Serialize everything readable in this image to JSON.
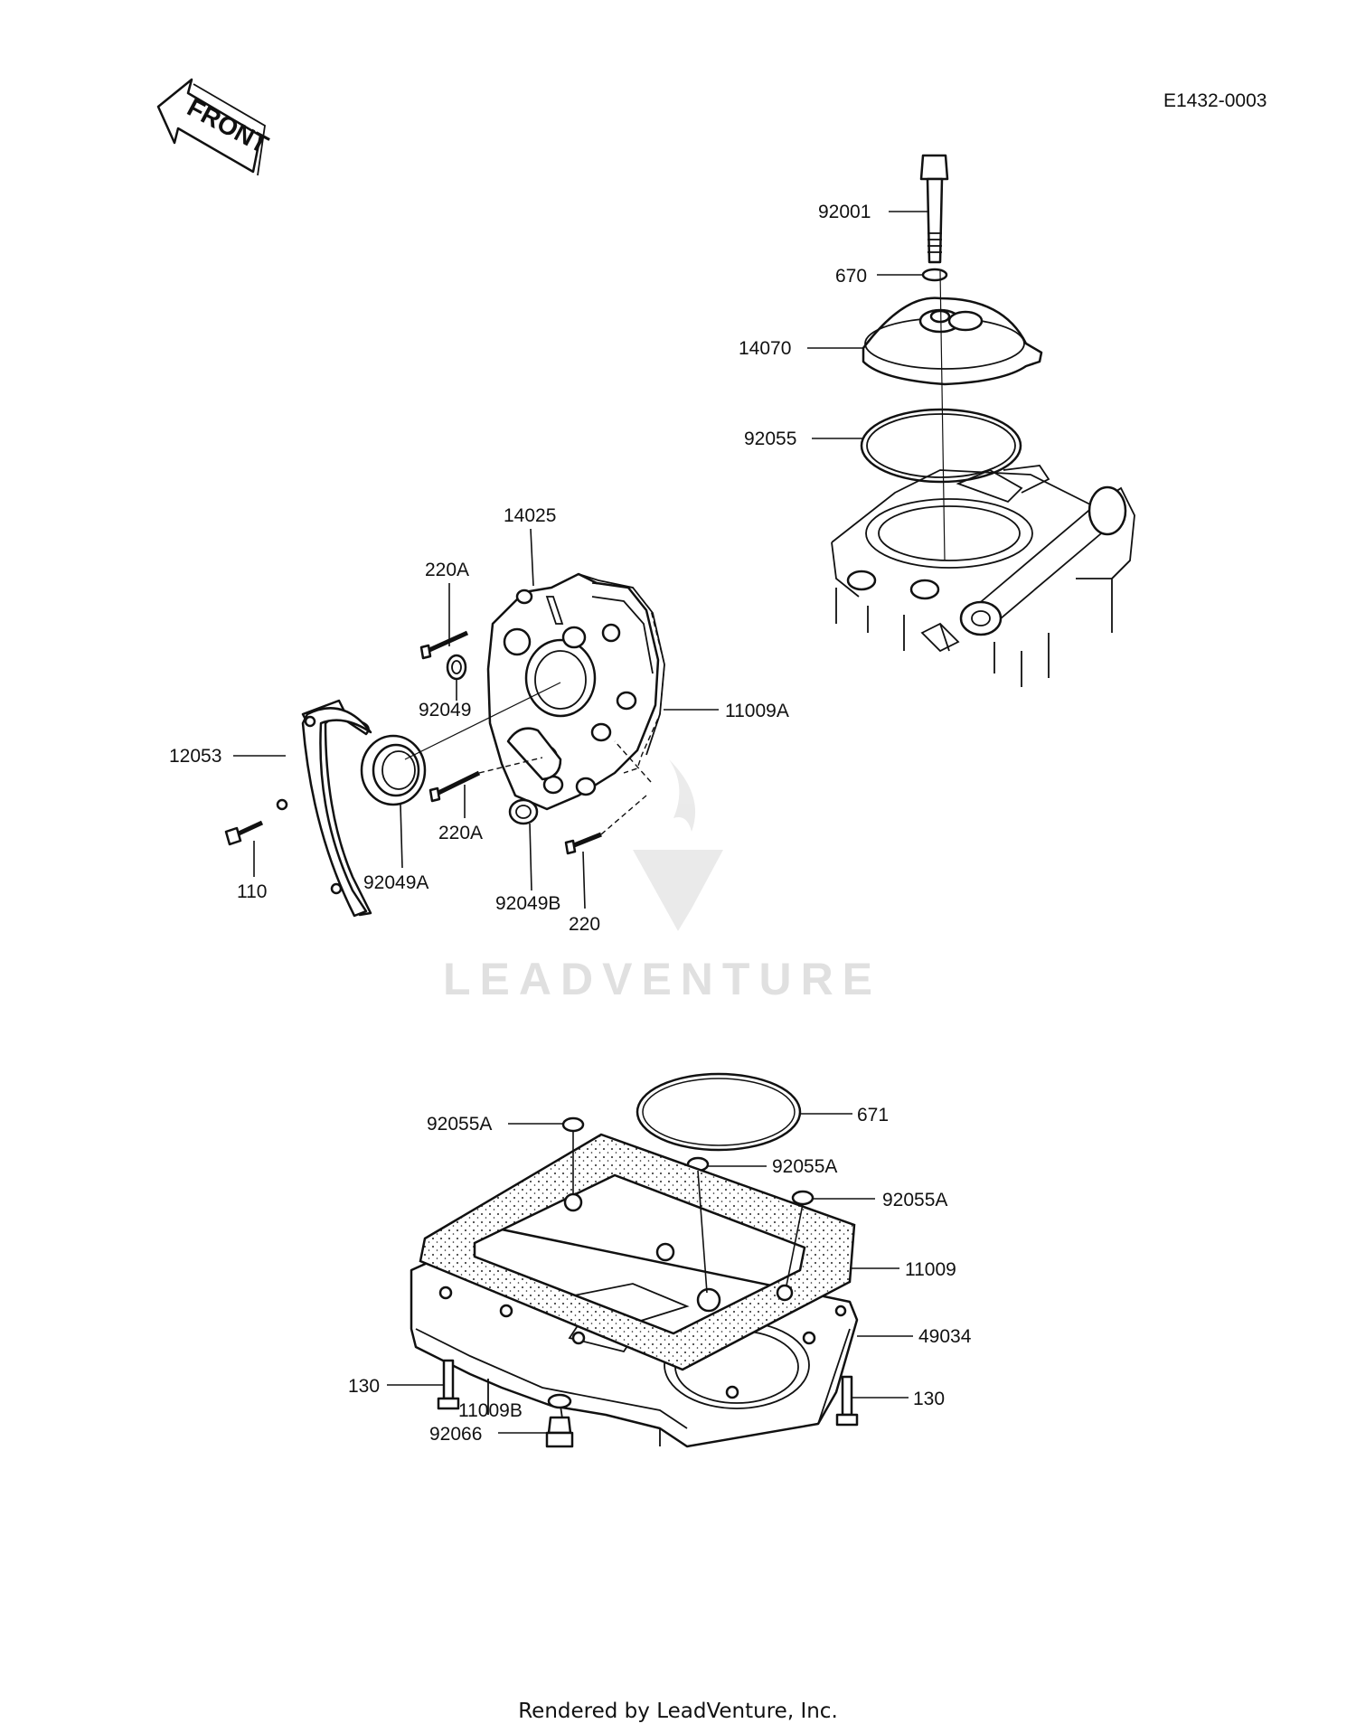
{
  "diagram_id": "E1432-0003",
  "front_label": "FRONT",
  "watermark": "LEADVENTURE",
  "footer": "Rendered by LeadVenture, Inc.",
  "callouts": [
    {
      "id": "92001",
      "text": "92001"
    },
    {
      "id": "670",
      "text": "670"
    },
    {
      "id": "14070",
      "text": "14070"
    },
    {
      "id": "92055",
      "text": "92055"
    },
    {
      "id": "14025",
      "text": "14025"
    },
    {
      "id": "220A_top",
      "text": "220A"
    },
    {
      "id": "92049",
      "text": "92049"
    },
    {
      "id": "11009A",
      "text": "11009A"
    },
    {
      "id": "12053",
      "text": "12053"
    },
    {
      "id": "220A_bottom",
      "text": "220A"
    },
    {
      "id": "92049A",
      "text": "92049A"
    },
    {
      "id": "110",
      "text": "110"
    },
    {
      "id": "92049B",
      "text": "92049B"
    },
    {
      "id": "220",
      "text": "220"
    },
    {
      "id": "671",
      "text": "671"
    },
    {
      "id": "92055A_1",
      "text": "92055A"
    },
    {
      "id": "92055A_2",
      "text": "92055A"
    },
    {
      "id": "92055A_3",
      "text": "92055A"
    },
    {
      "id": "11009",
      "text": "11009"
    },
    {
      "id": "49034",
      "text": "49034"
    },
    {
      "id": "130_left",
      "text": "130"
    },
    {
      "id": "130_right",
      "text": "130"
    },
    {
      "id": "11009B",
      "text": "11009B"
    },
    {
      "id": "92066",
      "text": "92066"
    }
  ]
}
